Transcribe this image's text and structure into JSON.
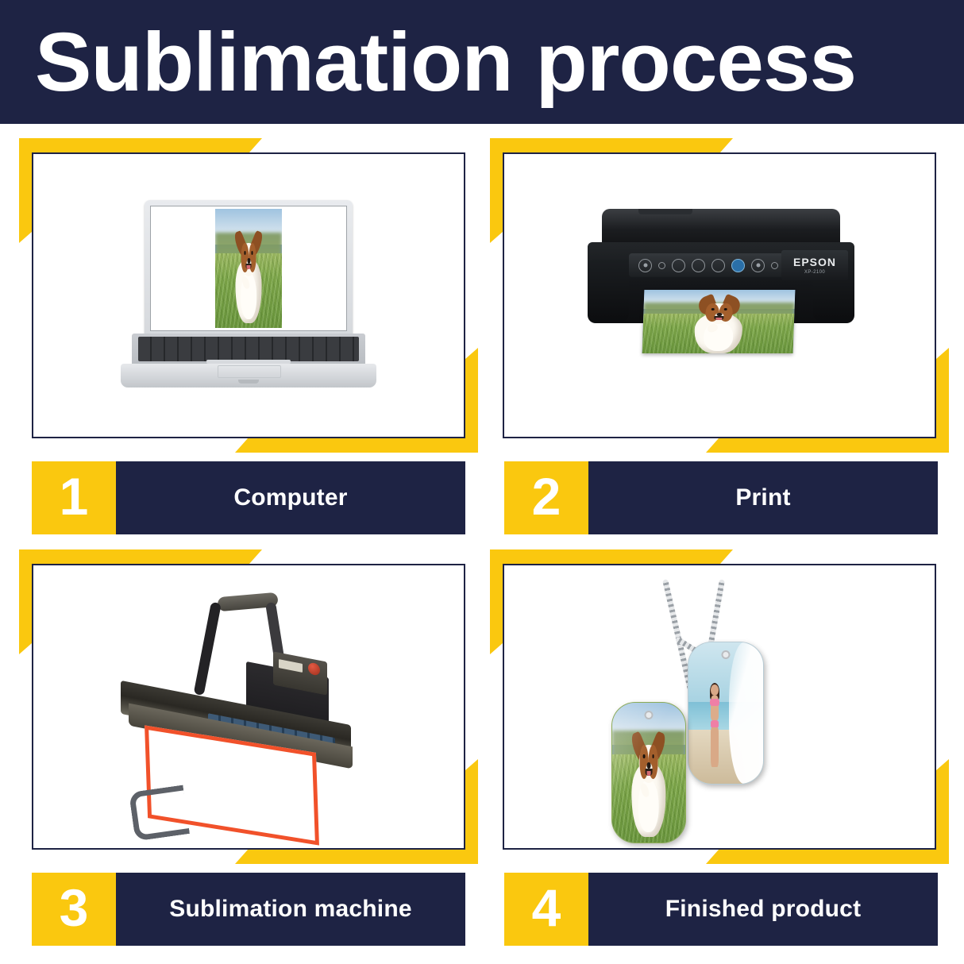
{
  "header": {
    "title": "Sublimation process",
    "bg_color": "#1e2344",
    "text_color": "#ffffff"
  },
  "theme": {
    "navy": "#1e2344",
    "yellow": "#fac80f",
    "white": "#ffffff"
  },
  "steps": [
    {
      "number": "1",
      "label": "Computer",
      "illustration": "laptop-with-dog-photo",
      "device": {
        "screen_content": "papillon-dog-photo"
      }
    },
    {
      "number": "2",
      "label": "Print",
      "illustration": "inkjet-printer-with-photo",
      "device": {
        "brand": "EPSON",
        "model": "XP-2100",
        "output": "papillon-dog-photo"
      }
    },
    {
      "number": "3",
      "label": "Sublimation machine",
      "illustration": "heat-press-with-blank-sheet",
      "device": {
        "platen_border_color": "#f1512a"
      }
    },
    {
      "number": "4",
      "label": "Finished product",
      "illustration": "two-sublimated-dog-tags-on-ball-chains",
      "device": {
        "tag_1": "papillon-dog-photo",
        "tag_2": "beach-woman-photo"
      }
    }
  ]
}
